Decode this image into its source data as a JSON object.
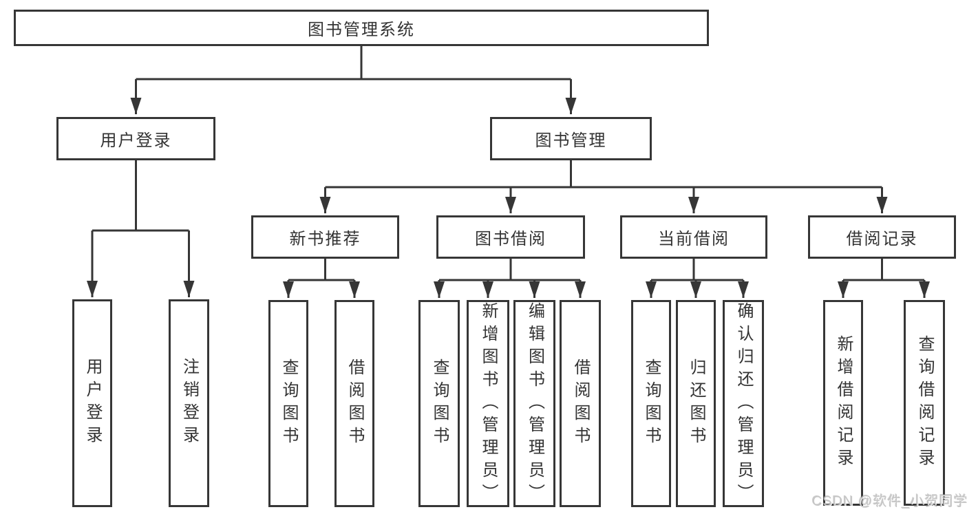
{
  "diagram": {
    "title_note": "functional structure diagram",
    "root": {
      "label": "图书管理系统"
    },
    "level2": [
      {
        "label": "用户登录"
      },
      {
        "label": "图书管理"
      }
    ],
    "level3": [
      {
        "label": "新书推荐"
      },
      {
        "label": "图书借阅"
      },
      {
        "label": "当前借阅"
      },
      {
        "label": "借阅记录"
      }
    ],
    "leaves": {
      "user_login": [
        {
          "label": "用户登录"
        },
        {
          "label": "注销登录"
        }
      ],
      "new_book": [
        {
          "label": "查询图书"
        },
        {
          "label": "借阅图书"
        }
      ],
      "borrow": [
        {
          "label": "查询图书"
        },
        {
          "label": "新增图书（管理员）"
        },
        {
          "label": "编辑图书（管理员）"
        },
        {
          "label": "借阅图书"
        }
      ],
      "current": [
        {
          "label": "查询图书"
        },
        {
          "label": "归还图书"
        },
        {
          "label": "确认归还（管理员）"
        }
      ],
      "records": [
        {
          "label": "新增借阅记录"
        },
        {
          "label": "查询借阅记录"
        }
      ]
    }
  },
  "watermark": {
    "text": "CSDN @软件_小贺同学"
  },
  "colors": {
    "line": "#363636",
    "text": "#333333",
    "background": "#ffffff",
    "watermark": "#c6c6c6"
  }
}
